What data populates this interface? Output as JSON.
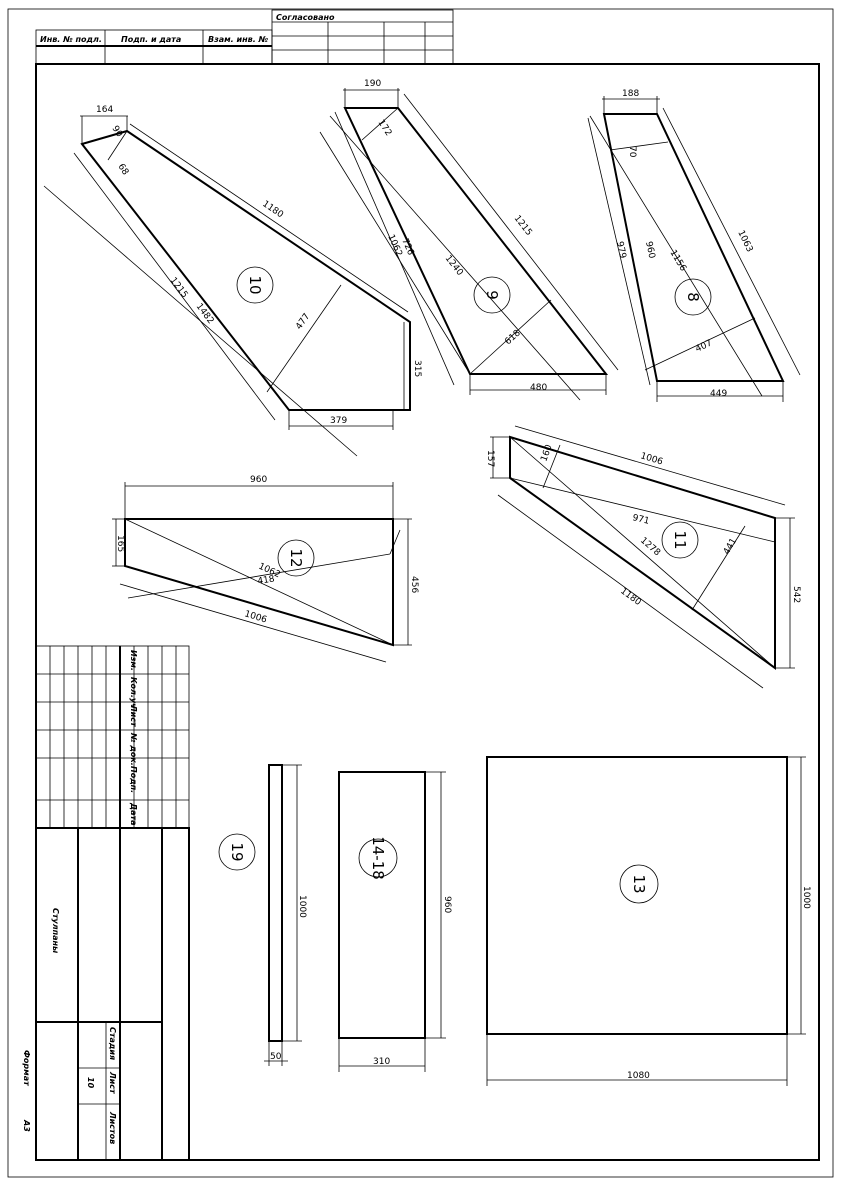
{
  "header": {
    "agreed_label": "Согласовано",
    "inv_label": "Инв. № подл.",
    "sign_date_label": "Подп. и дата",
    "replaced_inv_label": "Взам. инв. №"
  },
  "revision_table": {
    "labels": [
      "Изм.",
      "Кол.уч",
      "Лист",
      "№ док.",
      "Подп.",
      "Дата"
    ]
  },
  "title_block": {
    "title": "Стулпаны",
    "stage_label": "Стадия",
    "sheet_label": "Лист",
    "sheets_label": "Листов",
    "sheet_value": "10"
  },
  "footer": {
    "format_label": "Формат",
    "format_value": "A3"
  },
  "parts": {
    "p10": {
      "number": "10",
      "dims": [
        "164",
        "90",
        "68",
        "1180",
        "1215",
        "1482",
        "477",
        "315",
        "379"
      ]
    },
    "p9": {
      "number": "9",
      "dims": [
        "190",
        "172",
        "1215",
        "1062",
        "726",
        "1240",
        "618",
        "480"
      ]
    },
    "p8": {
      "number": "8",
      "dims": [
        "188",
        "70",
        "1063",
        "979",
        "960",
        "1156",
        "407",
        "449"
      ]
    },
    "p11": {
      "number": "11",
      "dims": [
        "157",
        "160",
        "1006",
        "971",
        "1278",
        "441",
        "1180",
        "542"
      ]
    },
    "p12": {
      "number": "12",
      "dims": [
        "960",
        "165",
        "1062",
        "418",
        "1006",
        "456"
      ]
    },
    "p19": {
      "number": "19",
      "dims": [
        "1000",
        "50"
      ]
    },
    "p14_18": {
      "number": "14-18",
      "dims": [
        "960",
        "310"
      ]
    },
    "p13": {
      "number": "13",
      "dims": [
        "1000",
        "1080"
      ]
    }
  }
}
